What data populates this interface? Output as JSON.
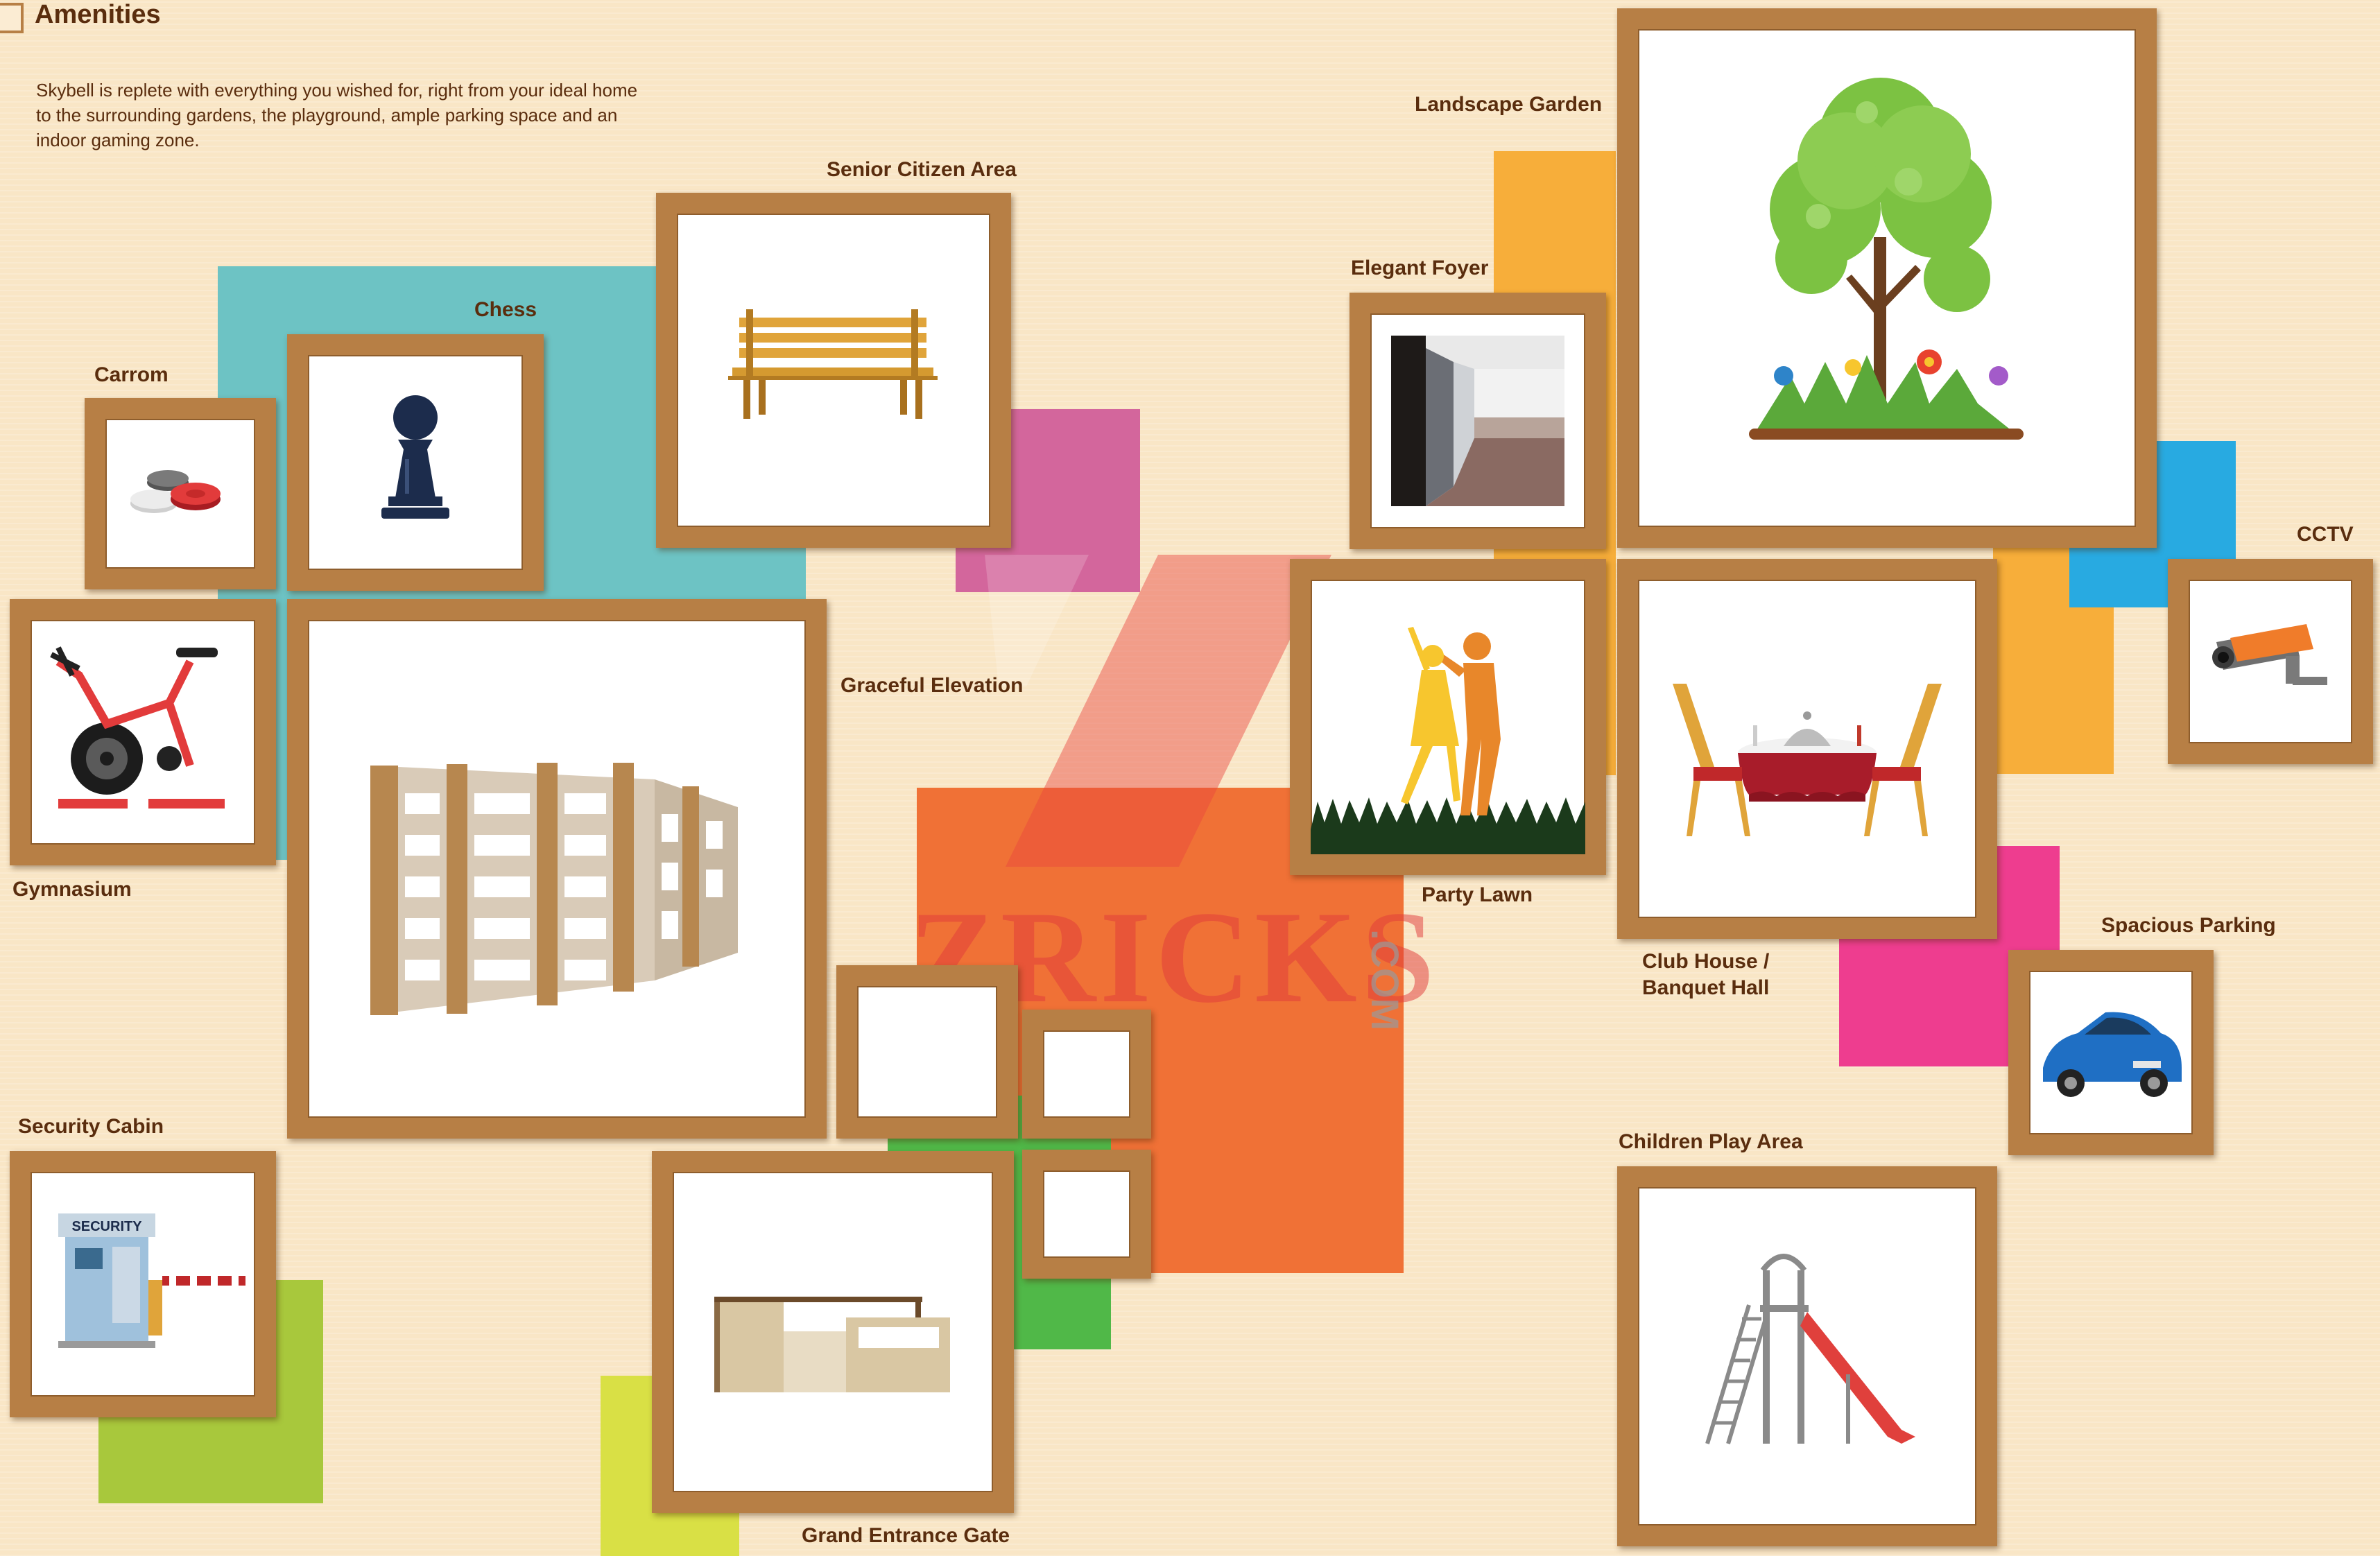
{
  "header": {
    "title": "Amenities",
    "intro": "Skybell is replete with everything you wished for, right from your ideal home to the surrounding gardens, the playground, ample parking space and an indoor gaming zone."
  },
  "amenities": {
    "landscape_garden": "Landscape Garden",
    "senior_citizen_area": "Senior Citizen Area",
    "elegant_foyer": "Elegant Foyer",
    "chess": "Chess",
    "carrom": "Carrom",
    "cctv": "CCTV",
    "graceful_elevation": "Graceful Elevation",
    "gymnasium": "Gymnasium",
    "party_lawn": "Party Lawn",
    "spacious_parking": "Spacious Parking",
    "club_house_line1": "Club House /",
    "club_house_line2": "Banquet Hall",
    "children_play_area": "Children Play Area",
    "security_cabin": "Security Cabin",
    "grand_entrance_gate": "Grand Entrance Gate",
    "security_sign": "SECURITY"
  },
  "watermark": {
    "brand": "ZRICKS",
    "suffix": ".COM"
  },
  "colors": {
    "background": "#f9e6c6",
    "frame": "#b77f45",
    "label": "#5a2d0e",
    "teal": "#6dc3c4",
    "orange": "#f07136",
    "amber": "#f7ae3a",
    "magenta": "#d3669c",
    "blue": "#28aae1",
    "pink": "#ee3d8f",
    "lime": "#a8c83c",
    "green": "#50b848",
    "yellow": "#d9e045"
  },
  "icons": {
    "carrom": "carrom-coins-icon",
    "chess": "chess-pawn-icon",
    "bench": "park-bench-icon",
    "foyer": "corridor-icon",
    "tree": "tree-garden-icon",
    "cctv": "cctv-camera-icon",
    "gym": "exercise-bike-icon",
    "building": "apartment-building-icon",
    "dance": "dancing-couple-icon",
    "dining": "dining-table-icon",
    "car": "car-icon",
    "security": "security-booth-icon",
    "gate": "entrance-gate-icon",
    "slide": "playground-slide-icon"
  }
}
